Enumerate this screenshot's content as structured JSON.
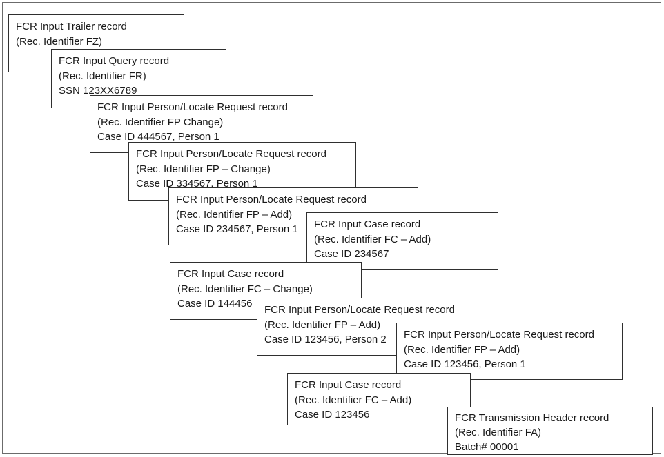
{
  "records": [
    {
      "id": "trailer",
      "lines": [
        "FCR Input Trailer record",
        "(Rec. Identifier FZ)"
      ]
    },
    {
      "id": "query",
      "lines": [
        "FCR Input Query record",
        "(Rec. Identifier FR)",
        "SSN 123XX6789"
      ]
    },
    {
      "id": "person-444567",
      "lines": [
        "FCR Input Person/Locate Request record",
        "(Rec. Identifier FP Change)",
        "Case ID 444567, Person 1"
      ]
    },
    {
      "id": "person-334567",
      "lines": [
        "FCR Input Person/Locate Request record",
        "(Rec. Identifier FP – Change)",
        "Case ID 334567, Person 1"
      ]
    },
    {
      "id": "person-234567",
      "lines": [
        "FCR Input Person/Locate Request record",
        "(Rec. Identifier FP – Add)",
        "Case ID 234567, Person 1"
      ]
    },
    {
      "id": "case-234567",
      "lines": [
        "FCR Input Case record",
        "(Rec. Identifier FC – Add)",
        "Case ID 234567"
      ]
    },
    {
      "id": "case-144456",
      "lines": [
        "FCR Input Case record",
        "(Rec. Identifier FC – Change)",
        "Case ID 144456"
      ]
    },
    {
      "id": "person-123456-2",
      "lines": [
        "FCR Input Person/Locate Request record",
        "(Rec. Identifier FP – Add)",
        "Case ID 123456, Person 2"
      ]
    },
    {
      "id": "person-123456-1",
      "lines": [
        "FCR Input Person/Locate Request record",
        "(Rec. Identifier FP – Add)",
        "Case ID 123456, Person 1"
      ]
    },
    {
      "id": "case-123456",
      "lines": [
        "FCR Input Case record",
        "(Rec. Identifier FC – Add)",
        "Case ID 123456"
      ]
    },
    {
      "id": "header",
      "lines": [
        "FCR Transmission Header record",
        "(Rec. Identifier FA)",
        "Batch# 00001"
      ]
    }
  ]
}
